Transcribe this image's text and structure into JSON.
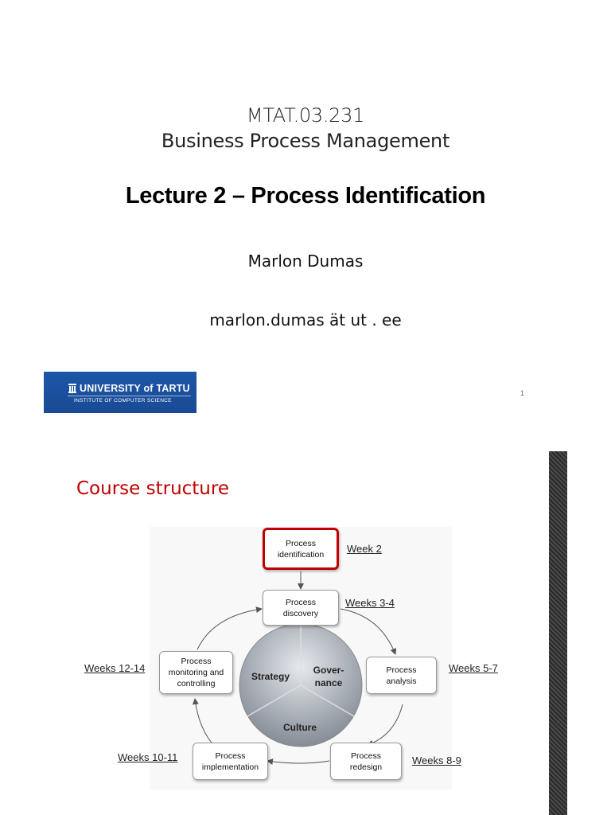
{
  "slide1": {
    "course_code": "MTAT.03.231",
    "course_name": "Business Process Management",
    "lecture_title": "Lecture 2 – Process Identification",
    "author": "Marlon Dumas",
    "email": "marlon.dumas ät  ut . ee",
    "logo": {
      "main": "UNIVERSITY of TARTU",
      "sub": "INSTITUTE OF COMPUTER SCIENCE",
      "color": "#1c56a8"
    },
    "slide_number": "1"
  },
  "slide2": {
    "title": "Course structure",
    "title_color": "#c00000",
    "diagram": {
      "nodes": {
        "identification": "Process identification",
        "discovery": "Process discovery",
        "analysis": "Process analysis",
        "redesign": "Process redesign",
        "implementation": "Process implementation",
        "monitoring": "Process monitoring and controlling"
      },
      "center": {
        "strategy": "Strategy",
        "governance": "Gover- nance",
        "culture": "Culture"
      },
      "weeks": {
        "identification": "Week 2",
        "discovery": "Weeks 3-4",
        "analysis": "Weeks 5-7",
        "redesign": "Weeks 8-9",
        "implementation": "Weeks 10-11",
        "monitoring": "Weeks 12-14"
      },
      "highlight_color": "#c00000"
    }
  }
}
